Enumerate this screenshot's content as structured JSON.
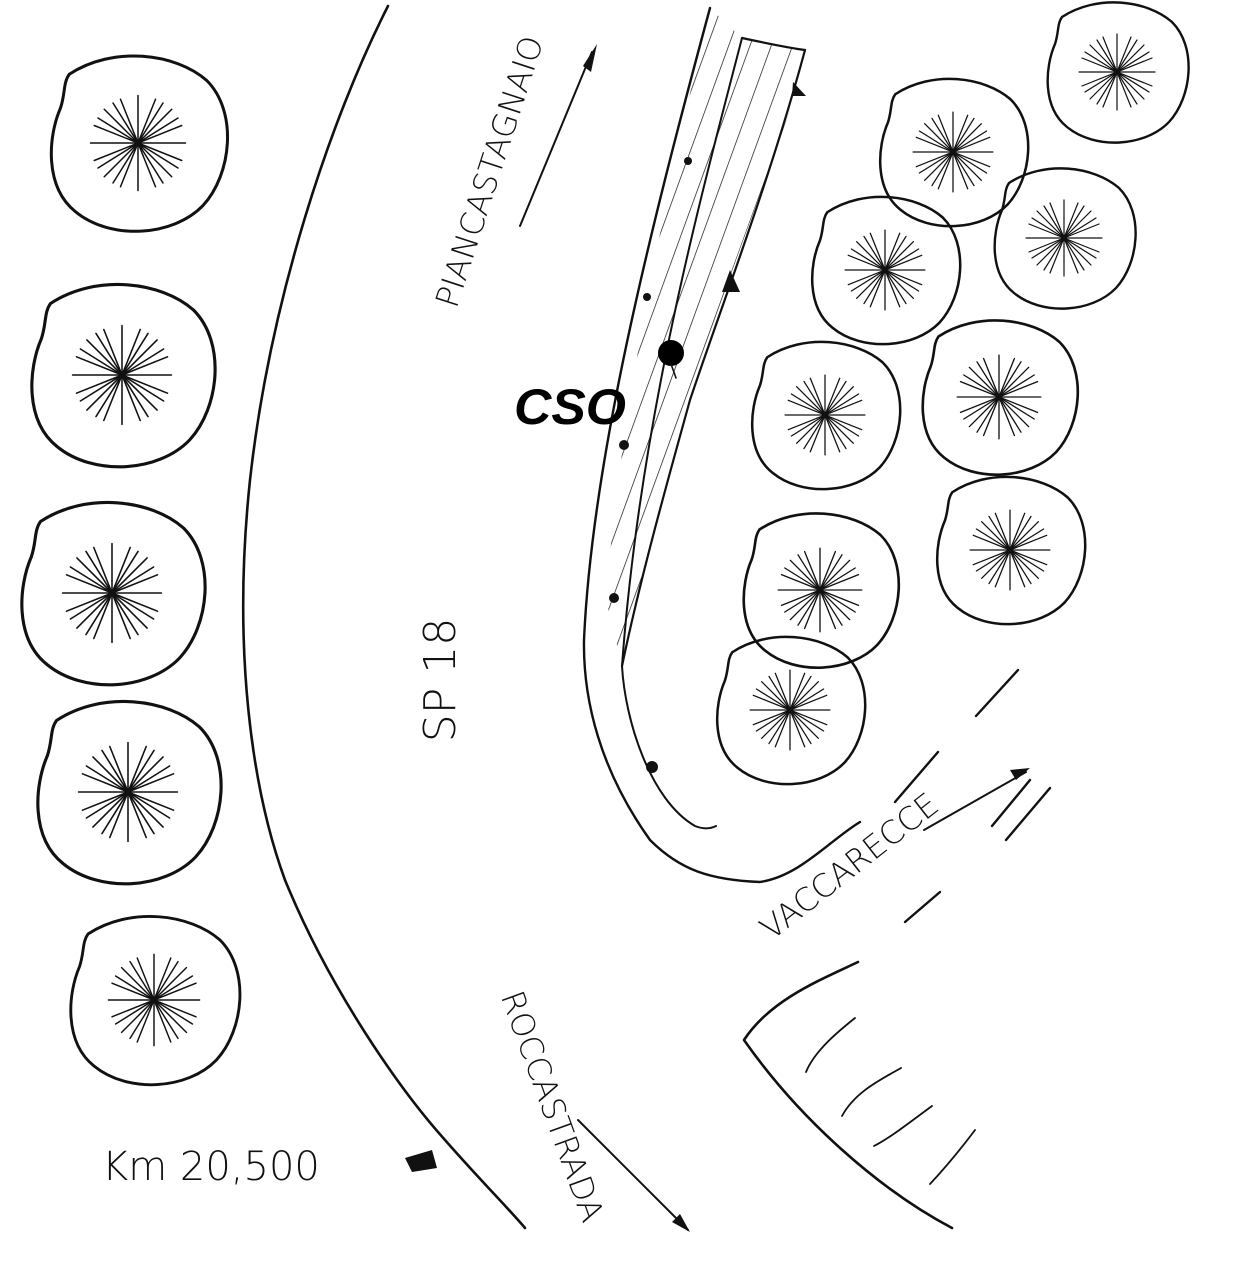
{
  "labels": {
    "road_name": "SP 18",
    "direction_north": "PIANCASTAGNAIO",
    "direction_south": "ROCCASTRADA",
    "side_road": "VACCARECCE",
    "kilometer": "Km 20,500",
    "marker": "CSO"
  },
  "colors": {
    "ink": "#111111",
    "background": "#ffffff"
  },
  "trees": [
    {
      "name": "tree-left-1"
    },
    {
      "name": "tree-left-2"
    },
    {
      "name": "tree-left-3"
    },
    {
      "name": "tree-left-4"
    },
    {
      "name": "tree-left-5"
    },
    {
      "name": "tree-right-1"
    },
    {
      "name": "tree-right-2"
    },
    {
      "name": "tree-right-3"
    },
    {
      "name": "tree-right-4"
    },
    {
      "name": "tree-right-5"
    },
    {
      "name": "tree-right-6"
    },
    {
      "name": "tree-right-7"
    },
    {
      "name": "tree-right-8"
    },
    {
      "name": "tree-right-9"
    }
  ]
}
